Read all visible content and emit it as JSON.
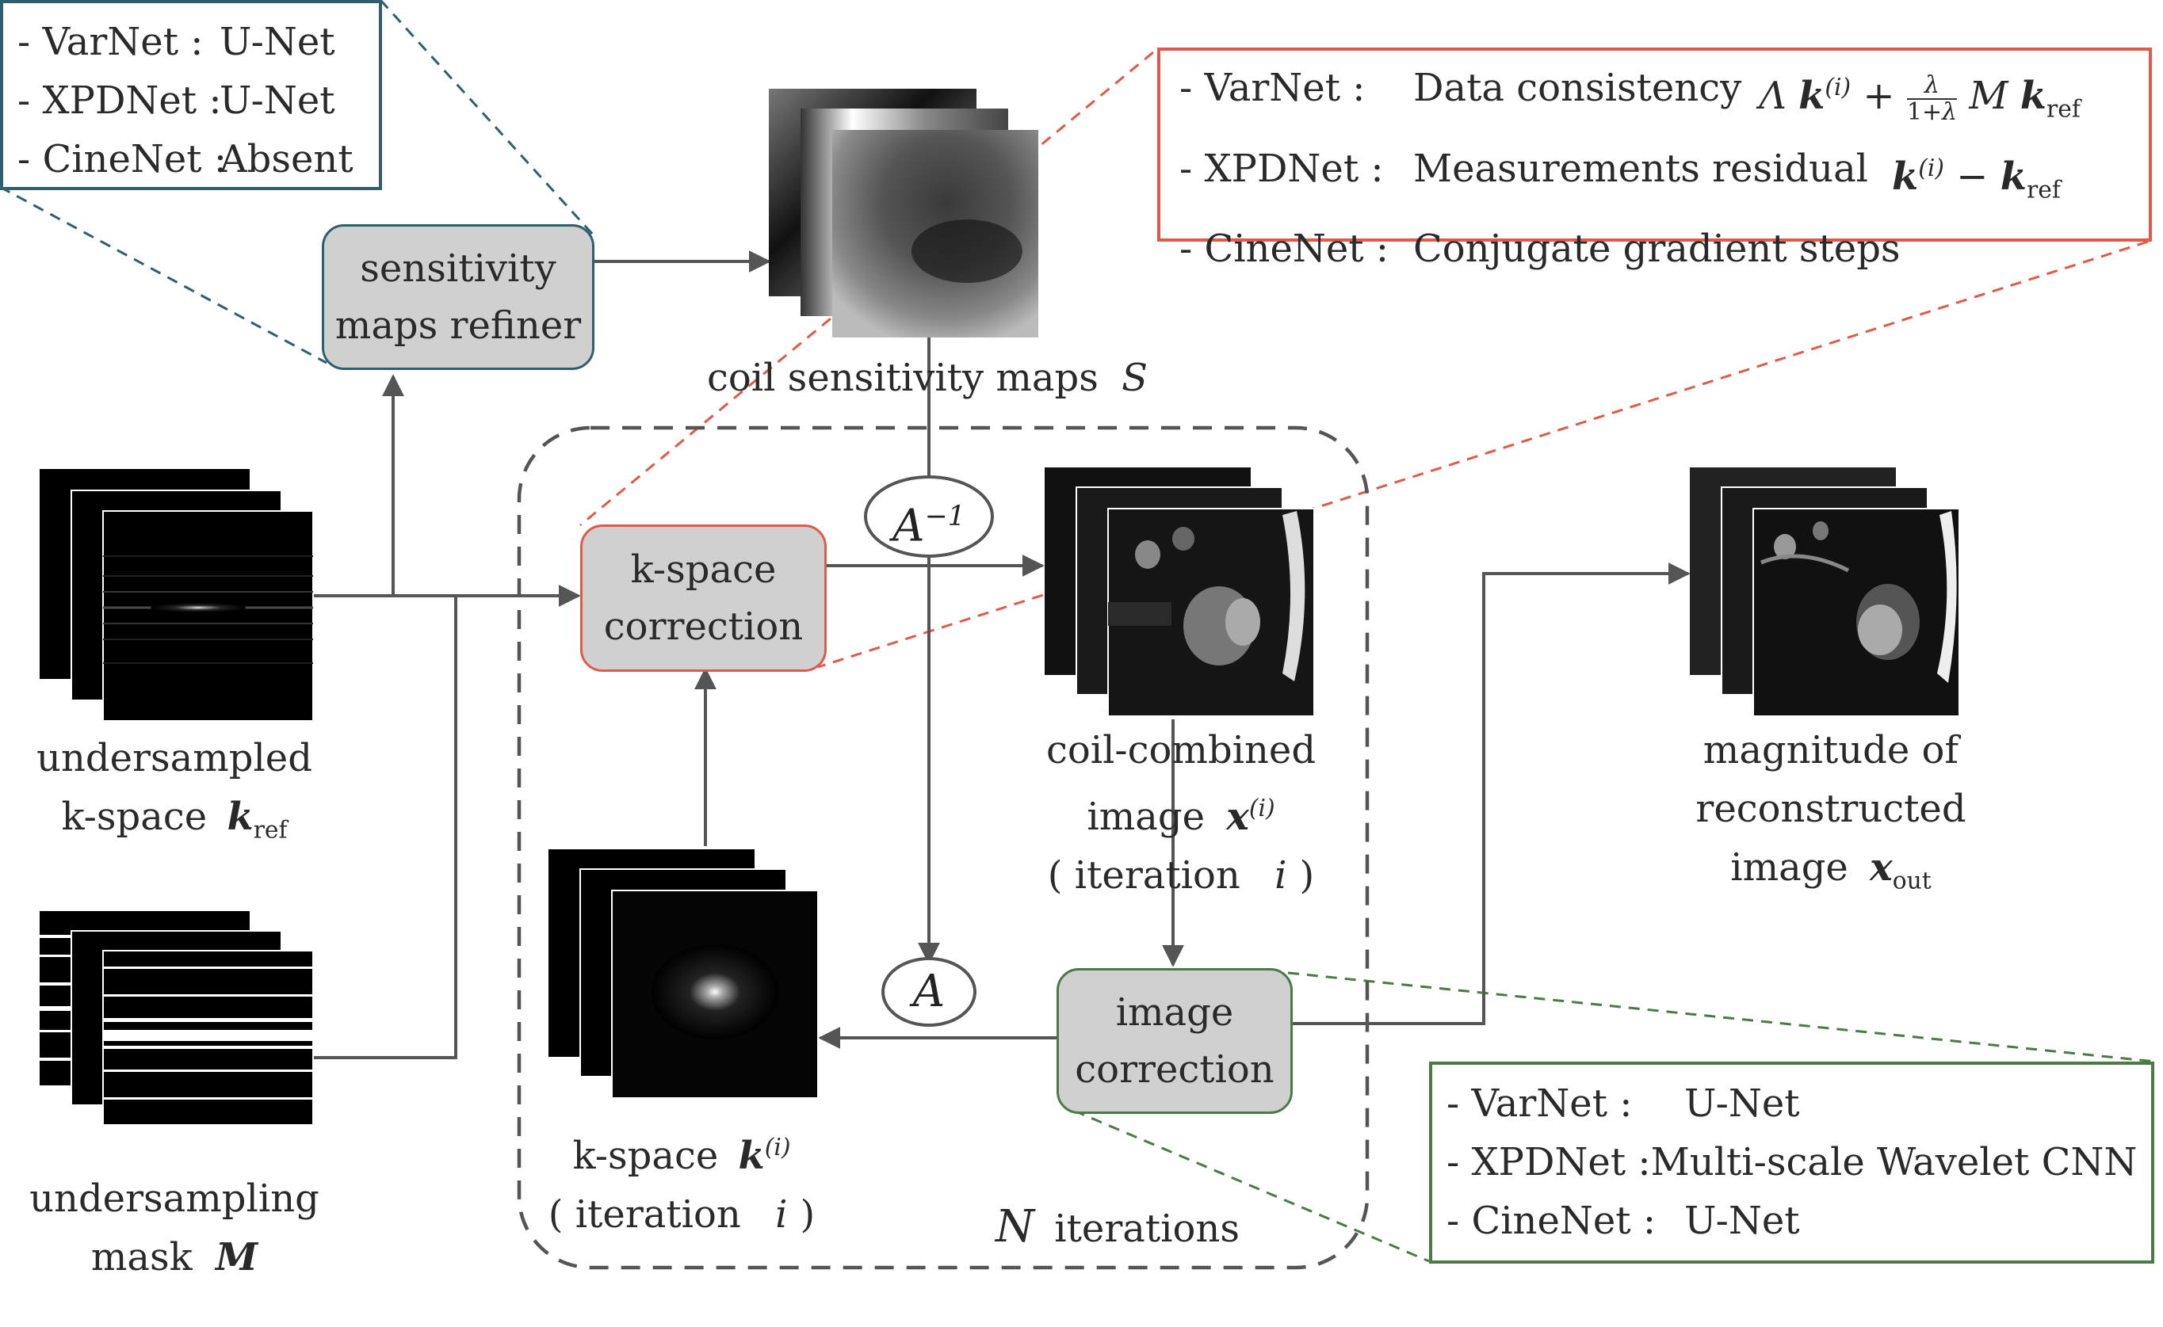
{
  "legend_top_left": {
    "rows": [
      {
        "name": "- VarNet :",
        "value": "U-Net"
      },
      {
        "name": "- XPDNet : ",
        "value": "U-Net"
      },
      {
        "name": "- CineNet : ",
        "value": "Absent"
      }
    ],
    "border_color": "#2f5f6e"
  },
  "legend_top_right": {
    "rows": [
      {
        "name": "- VarNet :",
        "value": "Data consistency"
      },
      {
        "name": "- XPDNet :",
        "value": "Measurements residual"
      },
      {
        "name": "- CineNet :",
        "value": "Conjugate gradient steps"
      }
    ],
    "border_color": "#e05a4a"
  },
  "legend_bottom_right": {
    "rows": [
      {
        "name": "- VarNet :",
        "value": "U-Net"
      },
      {
        "name": "- XPDNet :",
        "value": "Multi-scale Wavelet CNN"
      },
      {
        "name": "- CineNet :",
        "value": "U-Net"
      }
    ],
    "border_color": "#4a7a45"
  },
  "boxes": {
    "sensitivity_refiner": {
      "line1": "sensitivity",
      "line2": "maps refiner",
      "border_color": "#2f5f6e"
    },
    "kspace_correction": {
      "line1": "k-space",
      "line2": "correction",
      "border_color": "#e05a4a"
    },
    "image_correction": {
      "line1": "image",
      "line2": "correction",
      "border_color": "#4a7a45"
    }
  },
  "operators": {
    "inverse": "A",
    "inverse_sup": "−1",
    "forward": "A"
  },
  "labels": {
    "coil_maps": "coil sensitivity maps",
    "coil_maps_sym": "S",
    "undersampled_1": "undersampled",
    "undersampled_2": "k-space",
    "kref_sym": "k",
    "kref_sub": "ref",
    "mask_1": "undersampling",
    "mask_2": "mask",
    "mask_sym": "M",
    "coil_combined_1": "coil-combined",
    "coil_combined_2": "image",
    "x_sym": "x",
    "iter_sup": "(i)",
    "iteration_open": "( iteration",
    "iteration_i": "i",
    "iteration_close": ")",
    "kspace_iter": "k-space",
    "k_sym": "k",
    "magnitude_1": "magnitude of",
    "magnitude_2": "reconstructed",
    "magnitude_3": "image",
    "xout_sym": "x",
    "xout_sub": "out",
    "n_sym": "N",
    "n_iter": "iterations"
  }
}
